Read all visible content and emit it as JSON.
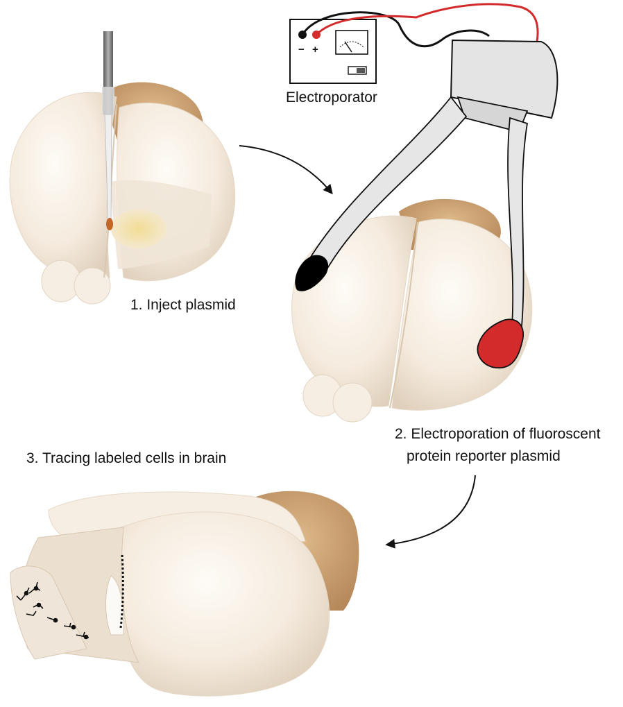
{
  "device": {
    "label": "Electroporator",
    "minus_symbol": "−",
    "plus_symbol": "+"
  },
  "steps": {
    "step1": "1. Inject plasmid",
    "step2_line1": "2. Electroporation of fluoroscent",
    "step2_line2": "protein reporter plasmid",
    "step3": "3. Tracing labeled cells in brain"
  },
  "colors": {
    "brain_base": "#f6ede0",
    "brain_shadow": "#dccbb6",
    "cerebellum": "#c49c6c",
    "electrode_positive": "#d32b2b",
    "electrode_negative": "#000000",
    "wire_red": "#d32b2b",
    "wire_black": "#000000",
    "electroporator_body": "#e3e3e3",
    "injection_bolus": "#c4662a"
  }
}
